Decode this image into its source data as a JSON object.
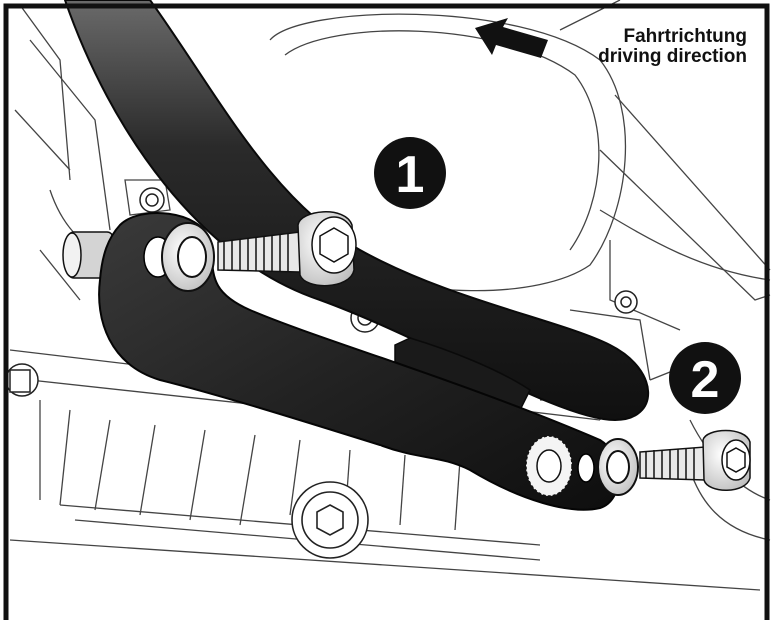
{
  "direction": {
    "label_de": "Fahrtrichtung",
    "label_en": "driving direction"
  },
  "steps": [
    {
      "number": "1"
    },
    {
      "number": "2"
    }
  ],
  "colors": {
    "frame": "#111111",
    "line_art": "#444444",
    "part_dark": "#1c1c1c",
    "badge": "#111111",
    "badge_text": "#ffffff"
  }
}
